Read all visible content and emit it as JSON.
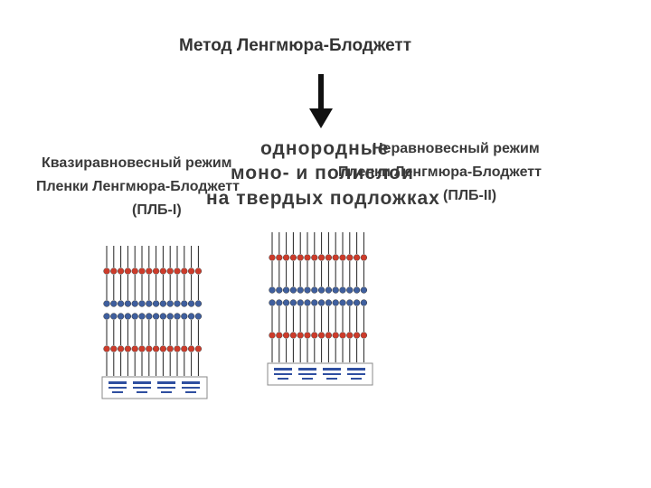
{
  "title": "Метод Ленгмюра-Блоджетт",
  "center": {
    "line1": "однородные",
    "line2": "моно- и полислои",
    "line3": "на твердых подложках"
  },
  "left": {
    "line1": "Квазиравновесный режим",
    "line2": "Пленки Ленгмюра-Блоджетт",
    "line3": "(ПЛБ-I)"
  },
  "right": {
    "line1": "Неравновесный режим",
    "line2": "Пленки Ленгмюра-Блоджетт",
    "line3": "(ПЛБ-II)"
  },
  "colors": {
    "text": "#333333",
    "head_red": "#cc3b2a",
    "head_blue": "#3f5f9e",
    "tail": "#222222",
    "substrate": "#2f4fa0"
  },
  "films": [
    {
      "name": "ПЛБ-I",
      "columns": 14,
      "layers": 3,
      "head_pattern": [
        "red",
        "blue",
        "blue"
      ]
    },
    {
      "name": "ПЛБ-II",
      "columns": 14,
      "layers": 3,
      "head_pattern": [
        "red",
        "blue",
        "blue"
      ]
    }
  ]
}
